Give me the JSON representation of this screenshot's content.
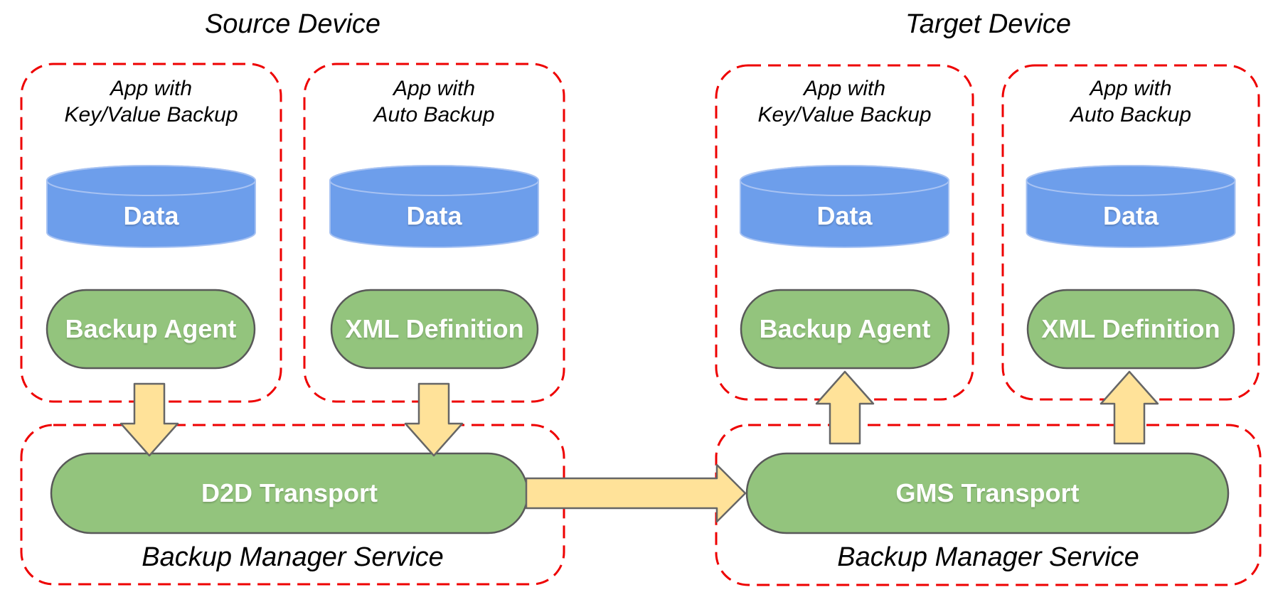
{
  "colors": {
    "container_dash_red": "#ee0000",
    "cylinder_blue": "#6d9eeb",
    "cylinder_stroke_light_blue": "#a7c2f2",
    "component_green": "#93c47d",
    "component_stroke_gray": "#595959",
    "arrow_yellow": "#ffe299",
    "arrow_stroke_gray": "#666666",
    "label_black": "#000000",
    "label_white": "#ffffff"
  },
  "source_device": {
    "title": "Source Device",
    "apps": [
      {
        "name_line1": "App with",
        "name_line2": "Key/Value Backup",
        "data": "Data",
        "component": "Backup Agent"
      },
      {
        "name_line1": "App with",
        "name_line2": "Auto Backup",
        "data": "Data",
        "component": "XML Definition"
      }
    ],
    "manager": {
      "transport": "D2D Transport",
      "service": "Backup Manager Service"
    }
  },
  "target_device": {
    "title": "Target Device",
    "apps": [
      {
        "name_line1": "App with",
        "name_line2": "Key/Value Backup",
        "data": "Data",
        "component": "Backup Agent"
      },
      {
        "name_line1": "App with",
        "name_line2": "Auto Backup",
        "data": "Data",
        "component": "XML Definition"
      }
    ],
    "manager": {
      "transport": "GMS Transport",
      "service": "Backup Manager Service"
    }
  }
}
